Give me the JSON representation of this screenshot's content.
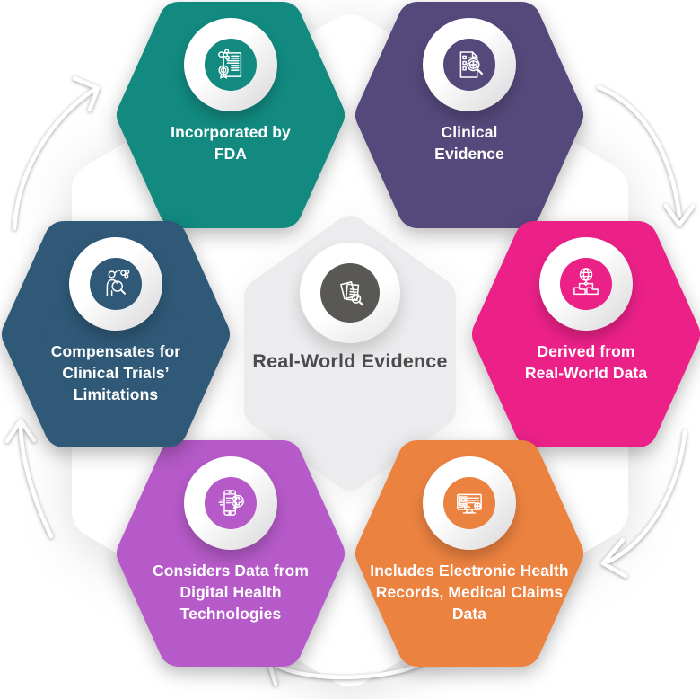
{
  "title": "Real-World Evidence",
  "background_color": "#ffffff",
  "center": {
    "label": "Real-World Evidence",
    "icon": "documents-check-magnifier-icon",
    "circle_color": "#595855",
    "blob_color": "#ECECEE",
    "backdrop_color": "#FFFFFF",
    "text_color": "#4B4B4D"
  },
  "hexagons": [
    {
      "position": "top-left",
      "color": "#128A80",
      "icon": "fda-certificate-icon",
      "lines": [
        "Incorporated by",
        "FDA"
      ]
    },
    {
      "position": "top-right",
      "color": "#55497B",
      "icon": "clinical-checklist-magnifier-icon",
      "lines": [
        "Clinical",
        "Evidence"
      ]
    },
    {
      "position": "right",
      "color": "#EB2188",
      "icon": "globe-data-folders-icon",
      "lines": [
        "Derived from",
        "Real-World Data"
      ]
    },
    {
      "position": "bottom-right",
      "color": "#EC8240",
      "icon": "monitor-health-record-icon",
      "lines": [
        "Includes Electronic Health",
        "Records, Medical Claims",
        "Data"
      ]
    },
    {
      "position": "bottom-left",
      "color": "#B55AC8",
      "icon": "smartphone-health-bubble-icon",
      "lines": [
        "Considers Data from",
        "Digital Health",
        "Technologies"
      ]
    },
    {
      "position": "left",
      "color": "#2F5977",
      "icon": "person-research-magnifier-icon",
      "lines": [
        "Compensates for",
        "Clinical Trials’",
        "Limitations"
      ]
    }
  ],
  "arrows": {
    "color": "#ffffff",
    "flow": "clockwise",
    "count": 5
  }
}
